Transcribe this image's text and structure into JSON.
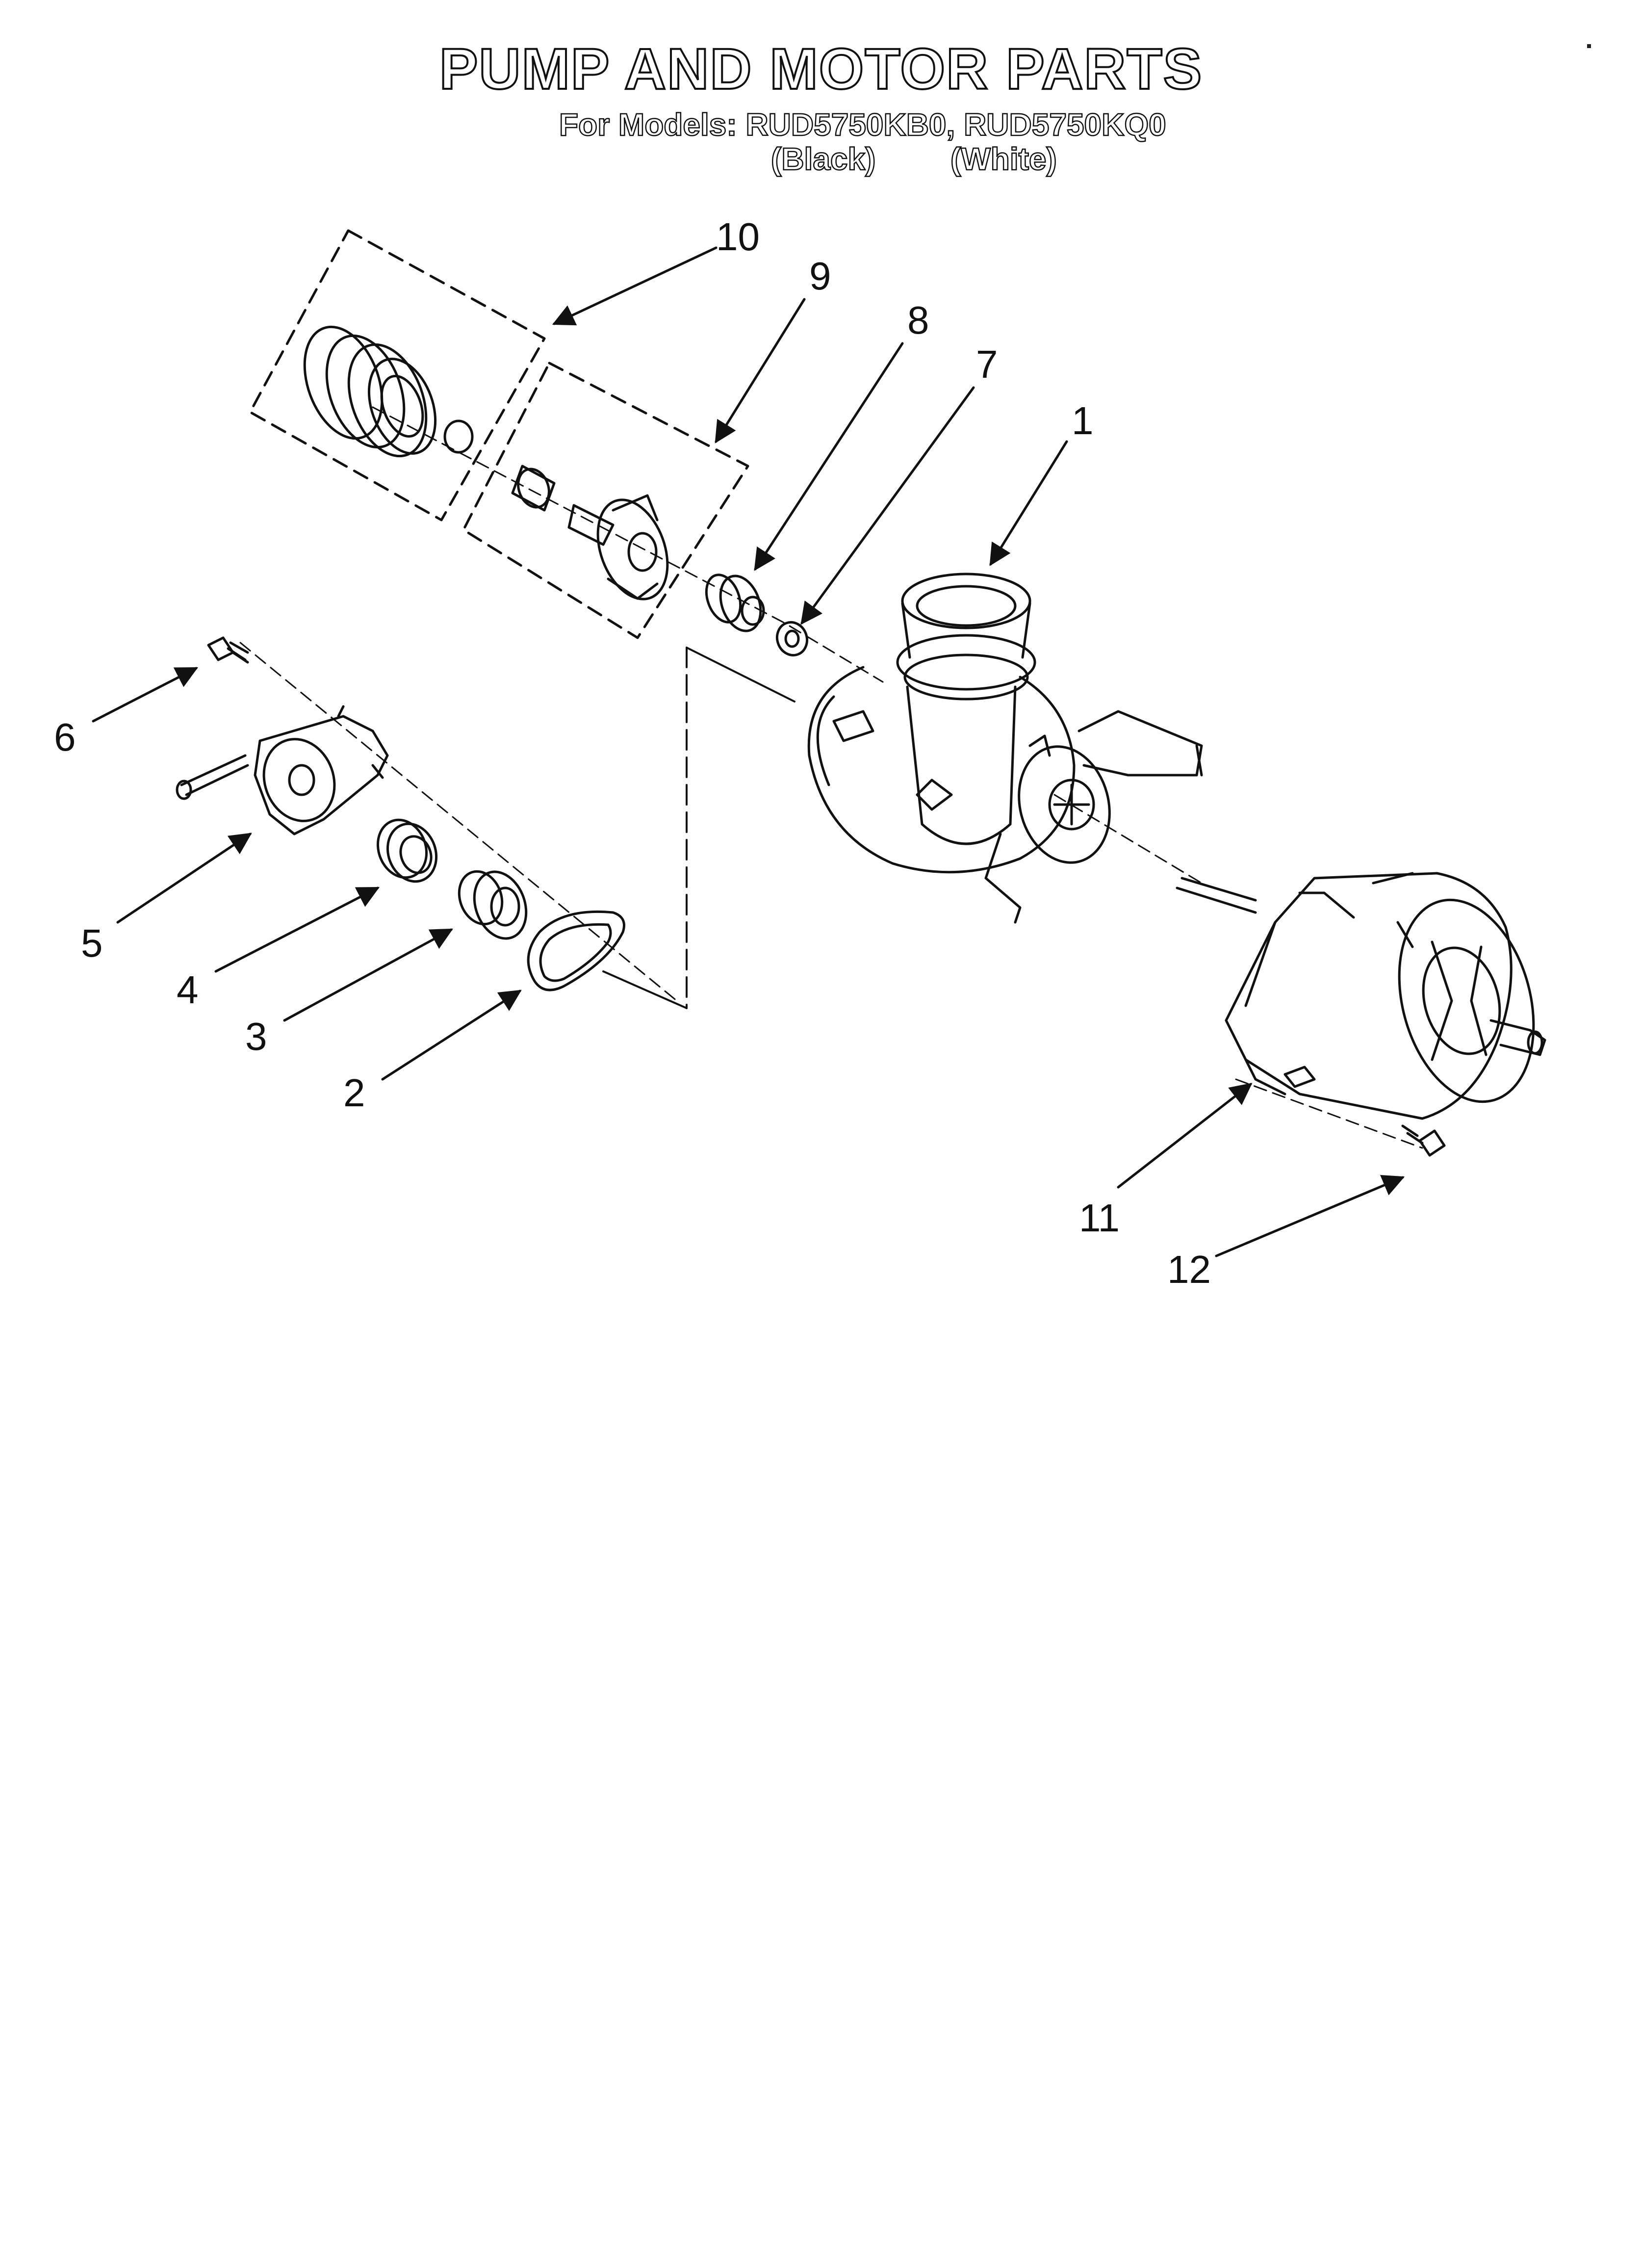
{
  "title": "PUMP AND MOTOR PARTS",
  "models_line": "For Models: RUD5750KB0, RUD5750KQ0",
  "color_labels": [
    "(Black)",
    "(White)"
  ],
  "callouts": [
    "1",
    "2",
    "3",
    "4",
    "5",
    "6",
    "7",
    "8",
    "9",
    "10",
    "11",
    "12"
  ],
  "colors": {
    "line": "#111111",
    "background": "#ffffff"
  }
}
